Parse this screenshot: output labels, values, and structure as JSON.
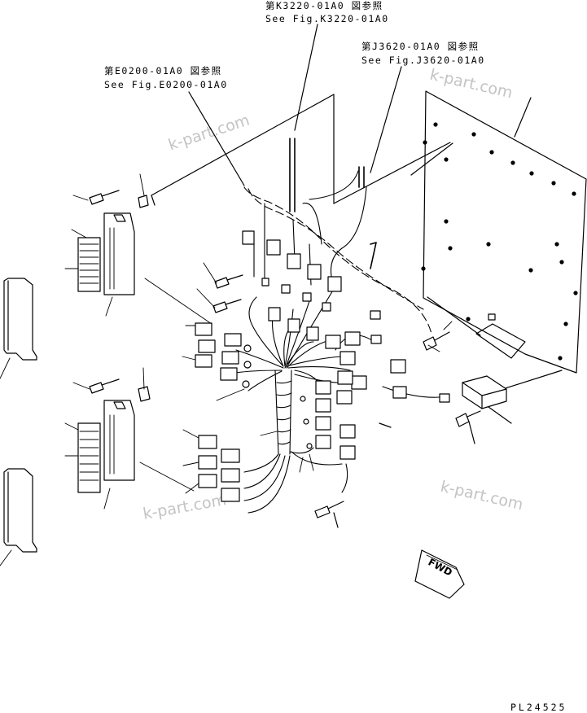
{
  "references": {
    "k3220_jp": "第K3220-01A0 図参照",
    "k3220_en": "See Fig.K3220-01A0",
    "j3620_jp": "第J3620-01A0 図参照",
    "j3620_en": "See Fig.J3620-01A0",
    "e0200_jp": "第E0200-01A0 図参照",
    "e0200_en": "See Fig.E0200-01A0"
  },
  "watermarks": [
    "k-part.com",
    "k-part.com",
    "k-part.com",
    "k-part.com"
  ],
  "direction_label": "FWD",
  "plate_number": "PL24525",
  "colors": {
    "ink": "#000000",
    "watermark": "#c4c4c4",
    "background": "#ffffff"
  }
}
